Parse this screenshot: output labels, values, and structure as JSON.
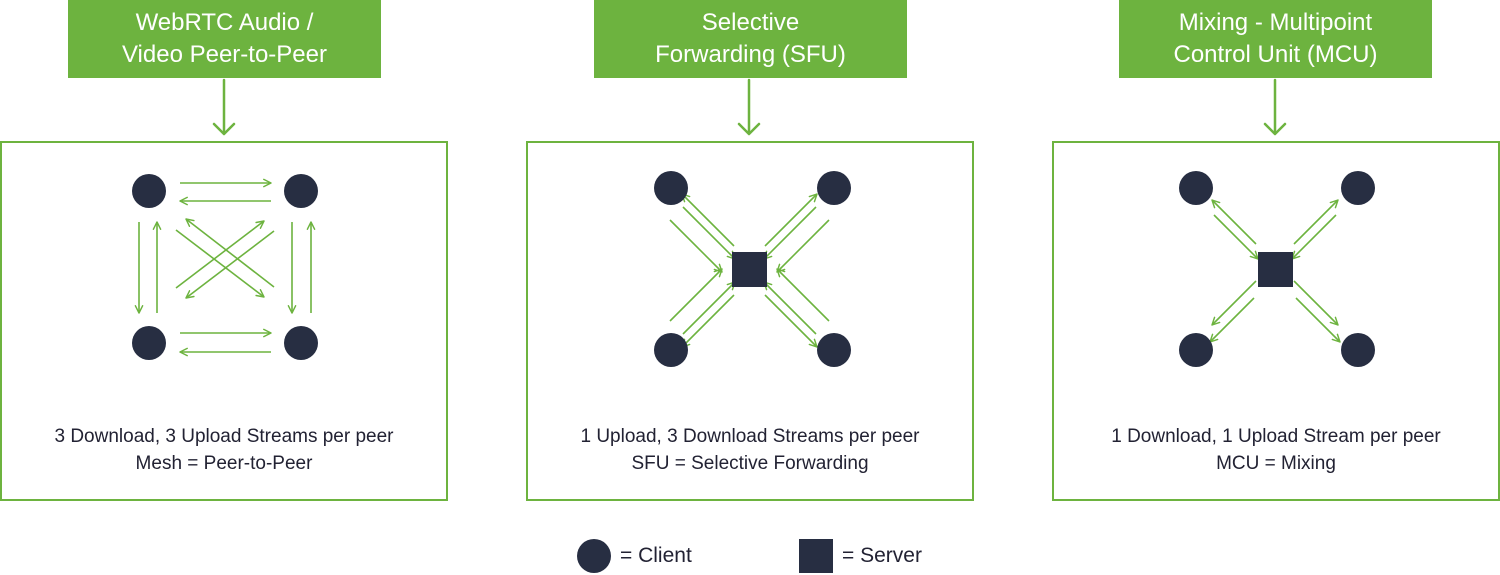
{
  "colors": {
    "accent": "#6db33f",
    "node": "#272e42",
    "text": "#222233"
  },
  "panels": [
    {
      "id": "mesh",
      "title_lines": [
        "WebRTC Audio /",
        "Video Peer-to-Peer"
      ],
      "caption_lines": [
        "3 Download, 3 Upload Streams per peer",
        "Mesh = Peer-to-Peer"
      ]
    },
    {
      "id": "sfu",
      "title_lines": [
        "Selective",
        "Forwarding (SFU)"
      ],
      "caption_lines": [
        "1 Upload, 3 Download Streams per peer",
        "SFU = Selective Forwarding"
      ]
    },
    {
      "id": "mcu",
      "title_lines": [
        "Mixing - Multipoint",
        "Control Unit (MCU)"
      ],
      "caption_lines": [
        "1 Download, 1 Upload Stream per peer",
        "MCU = Mixing"
      ]
    }
  ],
  "legend": {
    "client_label": "= Client",
    "server_label": "= Server"
  }
}
